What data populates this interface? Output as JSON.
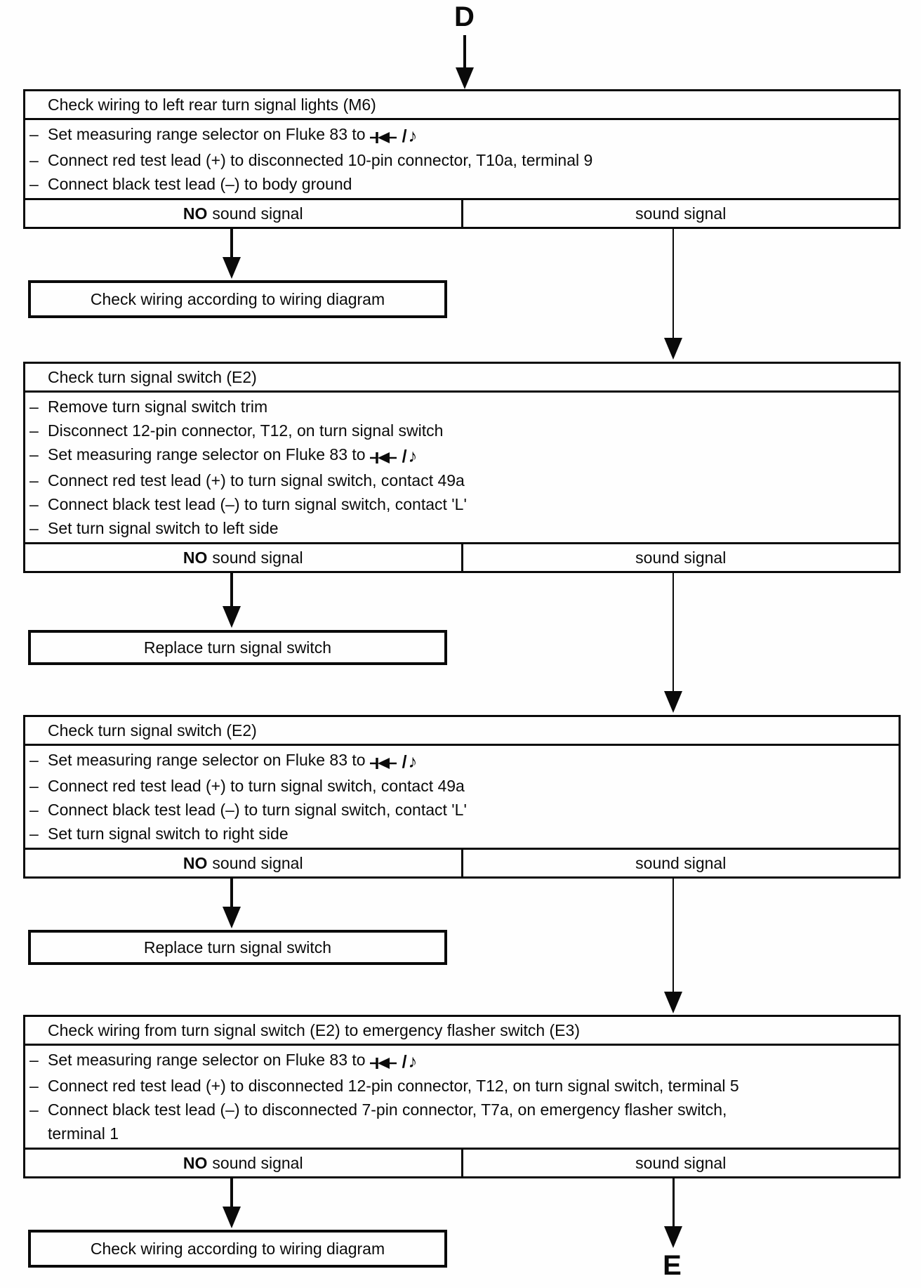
{
  "page": {
    "start_label": "D",
    "end_label": "E",
    "bullet": "–"
  },
  "range_symbol": {
    "name": "diode-continuity-beeper",
    "slash": "/",
    "note": "♪"
  },
  "boxes": [
    {
      "title": "Check wiring to left rear turn signal lights (M6)",
      "steps": [
        {
          "text": "Set measuring range selector on Fluke 83 to",
          "fluke_symbol": true
        },
        {
          "text": "Connect red test lead (+) to disconnected 10-pin connector, T10a, terminal 9",
          "fluke_symbol": false
        },
        {
          "text": "Connect black test lead (–) to body ground",
          "fluke_symbol": false
        }
      ],
      "no_prefix": "NO",
      "no_label": "sound signal",
      "yes_label": "sound signal"
    },
    {
      "title": "Check turn signal switch (E2)",
      "steps": [
        {
          "text": "Remove turn signal switch trim",
          "fluke_symbol": false
        },
        {
          "text": "Disconnect 12-pin connector, T12, on turn signal switch",
          "fluke_symbol": false
        },
        {
          "text": "Set measuring range selector on Fluke 83 to",
          "fluke_symbol": true
        },
        {
          "text": "Connect red test lead (+) to turn signal switch, contact 49a",
          "fluke_symbol": false
        },
        {
          "text": "Connect black test lead (–) to turn signal switch, contact 'L'",
          "fluke_symbol": false
        },
        {
          "text": "Set turn signal switch to left side",
          "fluke_symbol": false
        }
      ],
      "no_prefix": "NO",
      "no_label": "sound signal",
      "yes_label": "sound signal"
    },
    {
      "title": "Check turn signal switch (E2)",
      "steps": [
        {
          "text": "Set measuring range selector on Fluke 83 to",
          "fluke_symbol": true
        },
        {
          "text": "Connect red test lead (+) to turn signal switch, contact 49a",
          "fluke_symbol": false
        },
        {
          "text": "Connect black test lead (–) to turn signal switch, contact 'L'",
          "fluke_symbol": false
        },
        {
          "text": "Set turn signal switch to right side",
          "fluke_symbol": false
        }
      ],
      "no_prefix": "NO",
      "no_label": "sound signal",
      "yes_label": "sound signal"
    },
    {
      "title": "Check wiring from turn signal switch (E2) to emergency flasher switch (E3)",
      "steps": [
        {
          "text": "Set measuring range selector on Fluke 83 to",
          "fluke_symbol": true
        },
        {
          "text": "Connect red test lead (+) to disconnected 12-pin connector, T12, on turn signal switch, terminal 5",
          "fluke_symbol": false
        },
        {
          "text": "Connect black test lead (–) to disconnected 7-pin connector, T7a, on emergency flasher switch,",
          "text2": "terminal 1",
          "fluke_symbol": false
        }
      ],
      "no_prefix": "NO",
      "no_label": "sound signal",
      "yes_label": "sound signal"
    }
  ],
  "results": [
    {
      "label": "Check wiring according to wiring diagram"
    },
    {
      "label": "Replace turn signal switch"
    },
    {
      "label": "Replace turn signal switch"
    },
    {
      "label": "Check wiring according to wiring diagram"
    }
  ]
}
